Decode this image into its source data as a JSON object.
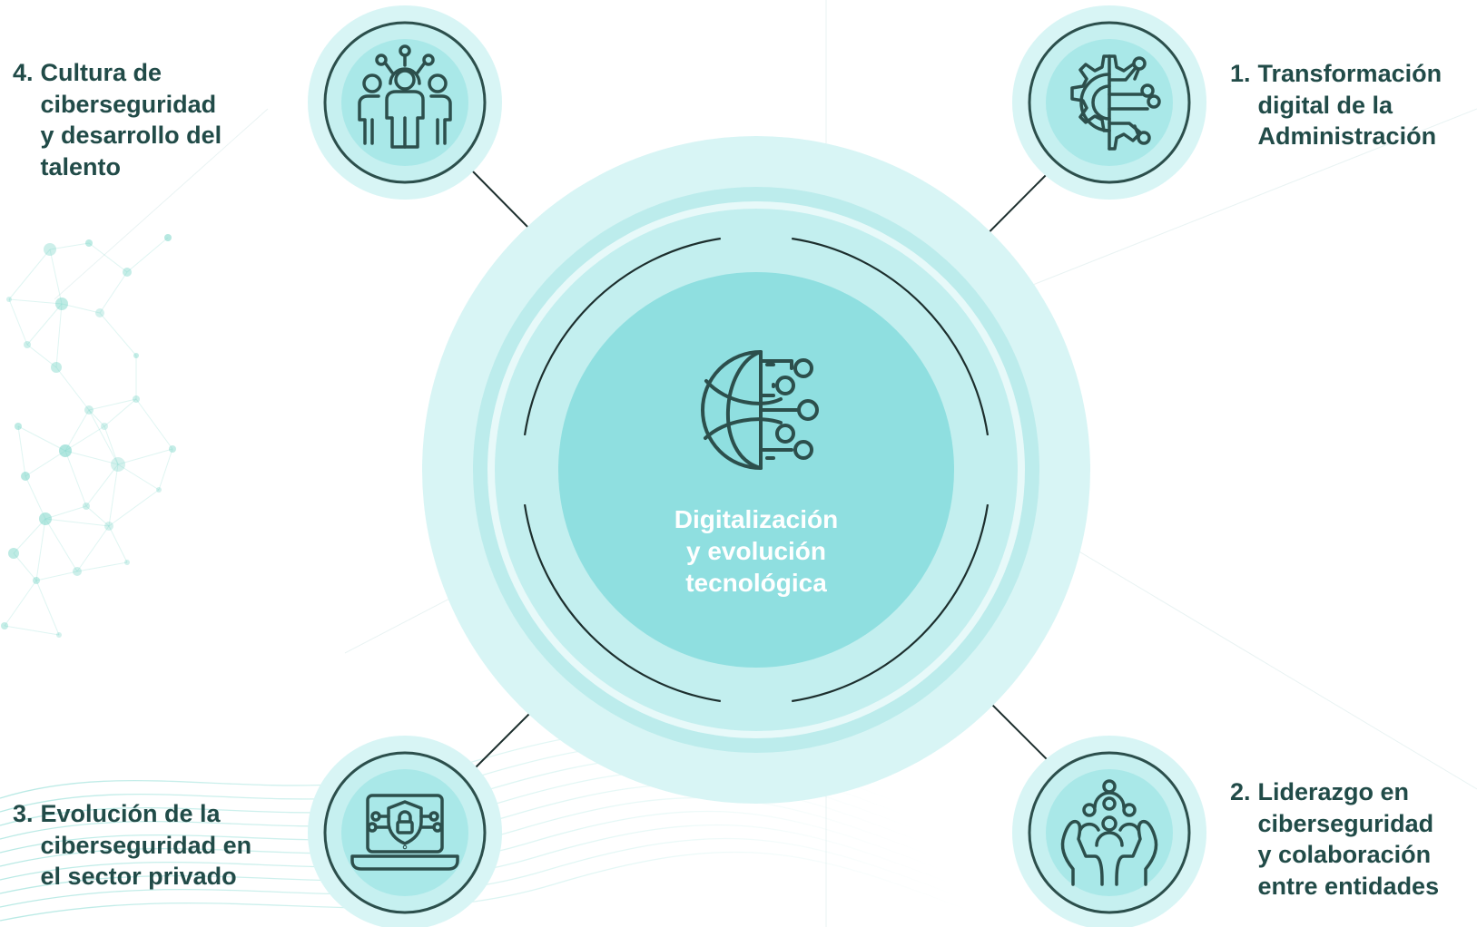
{
  "center": {
    "title": "Digitalización\ny evolución\ntecnológica",
    "icon": "globe-circuit-icon"
  },
  "pillars": [
    {
      "number": "1.",
      "label": "Transformación\ndigital de la\nAdministración",
      "icon": "gear-circuit-icon"
    },
    {
      "number": "2.",
      "label": "Liderazgo en\nciberseguridad\ny colaboración\nentre entidades",
      "icon": "hands-community-icon"
    },
    {
      "number": "3.",
      "label": "Evolución de la\nciberseguridad en\nel sector privado",
      "icon": "laptop-shield-lock-icon"
    },
    {
      "number": "4.",
      "label": "Cultura de\nciberseguridad\ny desarrollo del\ntalento",
      "icon": "team-network-icon"
    }
  ],
  "colors": {
    "text_dark": "#214b48",
    "center_text": "#ffffff",
    "icon_stroke": "#2c4f4c",
    "teal_core": "#8fdfe0",
    "teal_mid": "#b8ecec",
    "teal_light": "#d8f5f5",
    "network_accent": "#6fd2c4"
  }
}
